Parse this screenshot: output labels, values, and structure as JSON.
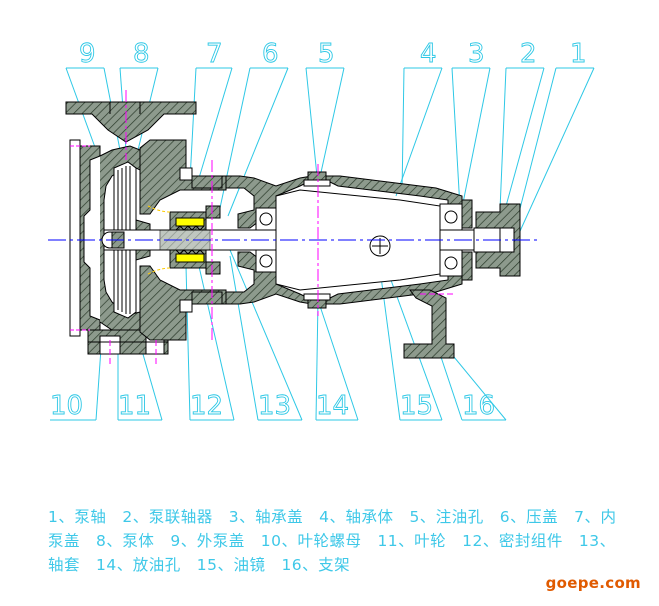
{
  "callouts_top": [
    "9",
    "8",
    "7",
    "6",
    "5",
    "4",
    "3",
    "2",
    "1"
  ],
  "callouts_bottom": [
    "10",
    "11",
    "12",
    "13",
    "14",
    "15",
    "16"
  ],
  "legend": "1、泵轴　2、泵联轴器　3、轴承盖　4、轴承体　5、注油孔　6、压盖　7、内泵盖　8、泵体　9、外泵盖　10、叶轮螺母　11、叶轮　12、密封组件　13、轴套　14、放油孔　15、油镜　16、支架",
  "watermark": "goepe.com",
  "colors": {
    "outline": "#000000",
    "section_fill": "#7a8a7a",
    "leader": "#2ec8e6",
    "centerline": "#ff00ff",
    "axis": "#0000ff",
    "seal": "#ffff00",
    "flow": "#00a000",
    "legend_text": "#3ec8e8",
    "watermark": "#e05a00"
  }
}
